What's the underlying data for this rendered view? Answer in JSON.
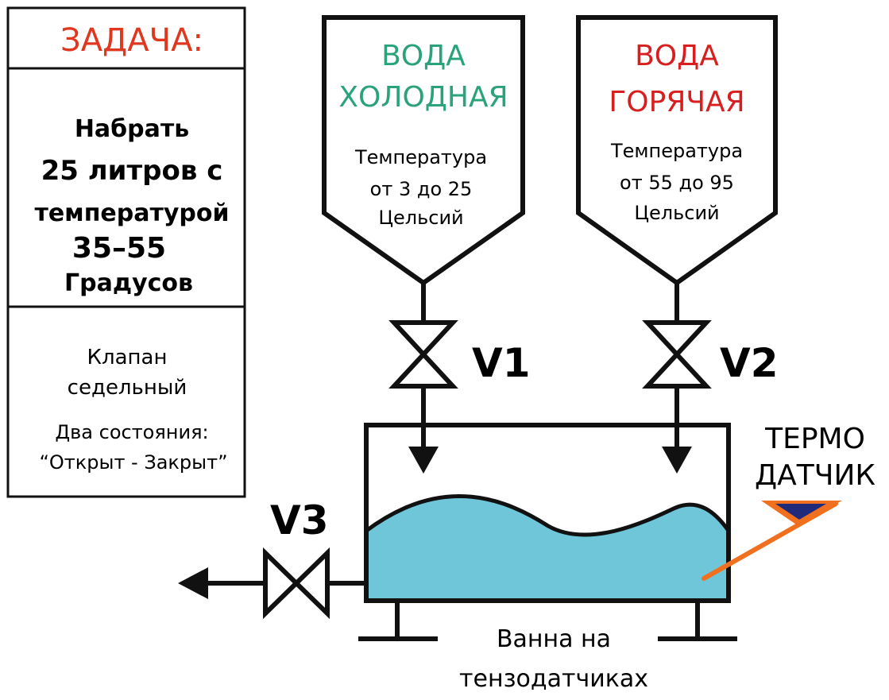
{
  "task_panel": {
    "title": "ЗАДАЧА:",
    "line1": "Набрать",
    "line2": "25 литров с",
    "line3": "температурой",
    "line4": "35–55",
    "line5": "Градусов",
    "valve_line1": "Клапан",
    "valve_line2": "седельный",
    "states_line1": "Два состояния:",
    "states_line2": "“Открыт - Закрыт”"
  },
  "cold_tank": {
    "title1": "ВОДА",
    "title2": "ХОЛОДНАЯ",
    "temp1": "Температура",
    "temp2": "от 3 до 25",
    "temp3": "Цельсий"
  },
  "hot_tank": {
    "title1": "ВОДА",
    "title2": "ГОРЯЧАЯ",
    "temp1": "Температура",
    "temp2": "от 55 до 95",
    "temp3": "Цельсий"
  },
  "valves": {
    "v1": "V1",
    "v2": "V2",
    "v3": "V3"
  },
  "sensor": {
    "line1": "ТЕРМО",
    "line2": "ДАТЧИК"
  },
  "bath": {
    "line1": "Ванна на",
    "line2": "тензодатчиках"
  },
  "colors": {
    "task_title": "#e0381f",
    "cold": "#2aa37a",
    "hot": "#d81e1e",
    "water": "#6ec6d8",
    "sensor_line": "#f07020",
    "sensor_fill": "#1f2a7a",
    "stroke": "#111111"
  }
}
